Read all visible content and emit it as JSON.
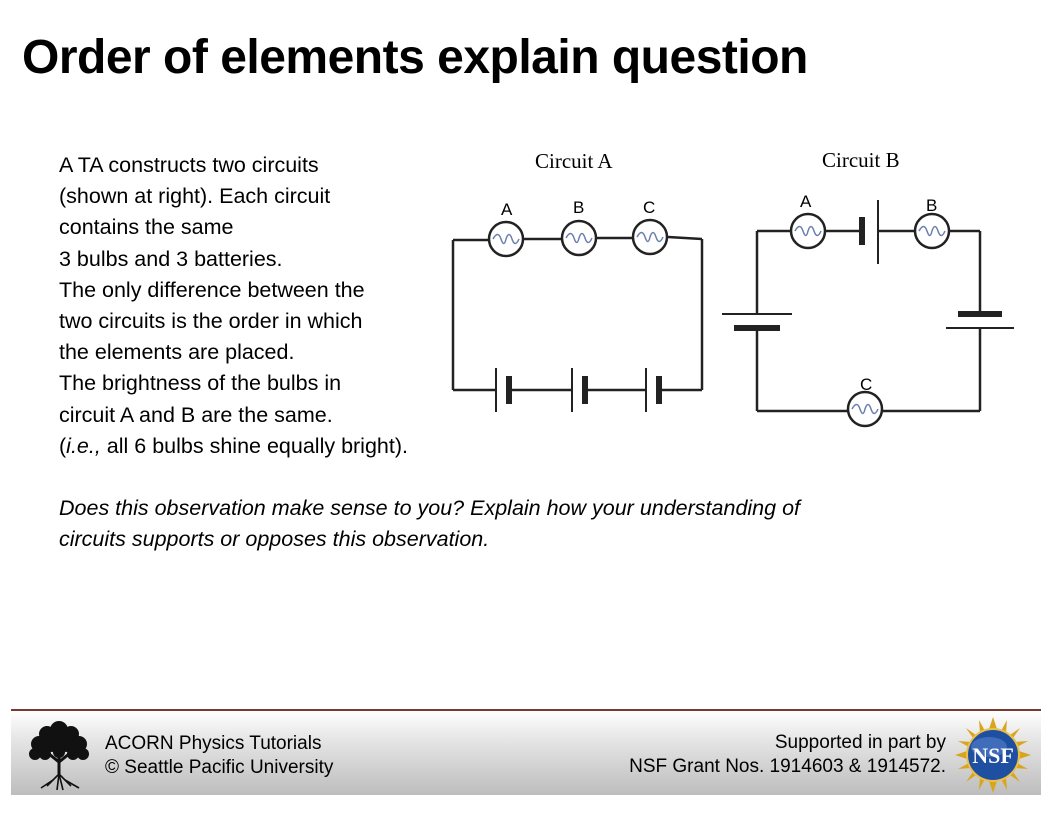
{
  "slide": {
    "title": "Order of elements explain question",
    "paragraph_lines": [
      "A TA constructs two circuits",
      "(shown at right). Each circuit",
      "contains the same",
      "3 bulbs and 3 batteries.",
      "The only difference between the",
      "two circuits is the order in which",
      "the elements are placed.",
      "The brightness of the bulbs in",
      "circuit A and B are the same."
    ],
    "last_line": {
      "open_paren": "(",
      "ie": "i.e.,",
      "rest": " all 6 bulbs shine equally bright)."
    },
    "question_lines": [
      "Does this observation make sense to you? Explain how your understanding of",
      "circuits supports or opposes this observation."
    ]
  },
  "diagram": {
    "circuit_a_title": "Circuit A",
    "circuit_b_title": "Circuit B",
    "circuit_a_bulbs": [
      "A",
      "B",
      "C"
    ],
    "circuit_b_bulbs": [
      "A",
      "B",
      "C"
    ]
  },
  "footer": {
    "left_line1": "ACORN Physics Tutorials",
    "left_line2": "© Seattle Pacific University",
    "right_line1": "Supported in part by",
    "right_line2": "NSF Grant Nos. 1914603 & 1914572.",
    "nsf_logo_text": "NSF",
    "colors": {
      "border": "#7a3a32",
      "nsf_blue": "#1f4fa0",
      "nsf_gold": "#d9a520"
    }
  }
}
